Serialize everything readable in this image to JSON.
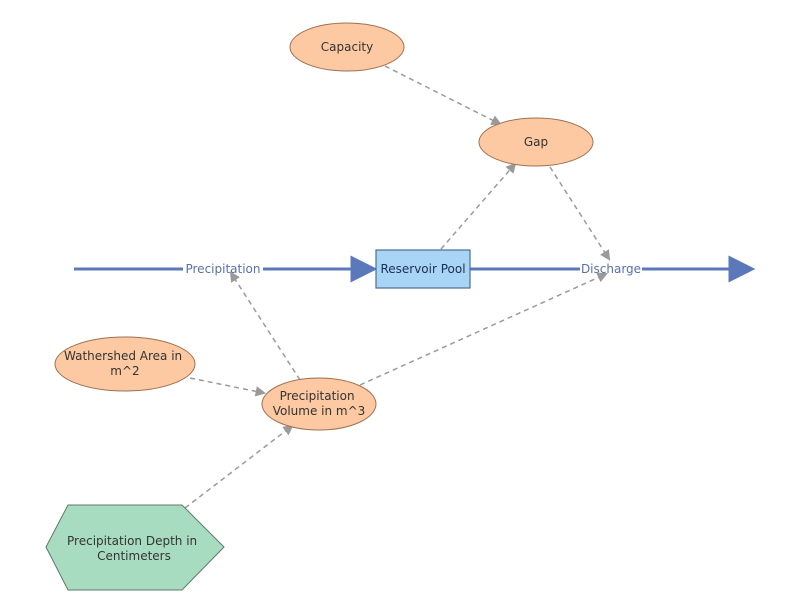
{
  "diagram": {
    "colors": {
      "variable_fill": "#fcc9a2",
      "variable_stroke": "#a07050",
      "stock_fill": "#a8d4f5",
      "stock_stroke": "#4a6d96",
      "converter_fill": "#a8dcc0",
      "converter_stroke": "#607868",
      "flow_line": "#5b79ba",
      "link_line": "#9a9a9a"
    },
    "nodes": {
      "capacity": "Capacity",
      "gap": "Gap",
      "reservoir_pool": "Reservoir Pool",
      "watershed_area": [
        "Wathershed Area in",
        "m^2"
      ],
      "precipitation_volume": [
        "Precipitation",
        "Volume in m^3"
      ],
      "precipitation_depth": [
        "Precipitation Depth in",
        "Centimeters"
      ]
    },
    "flows": {
      "precipitation": "Precipitation",
      "discharge": "Discharge"
    }
  }
}
